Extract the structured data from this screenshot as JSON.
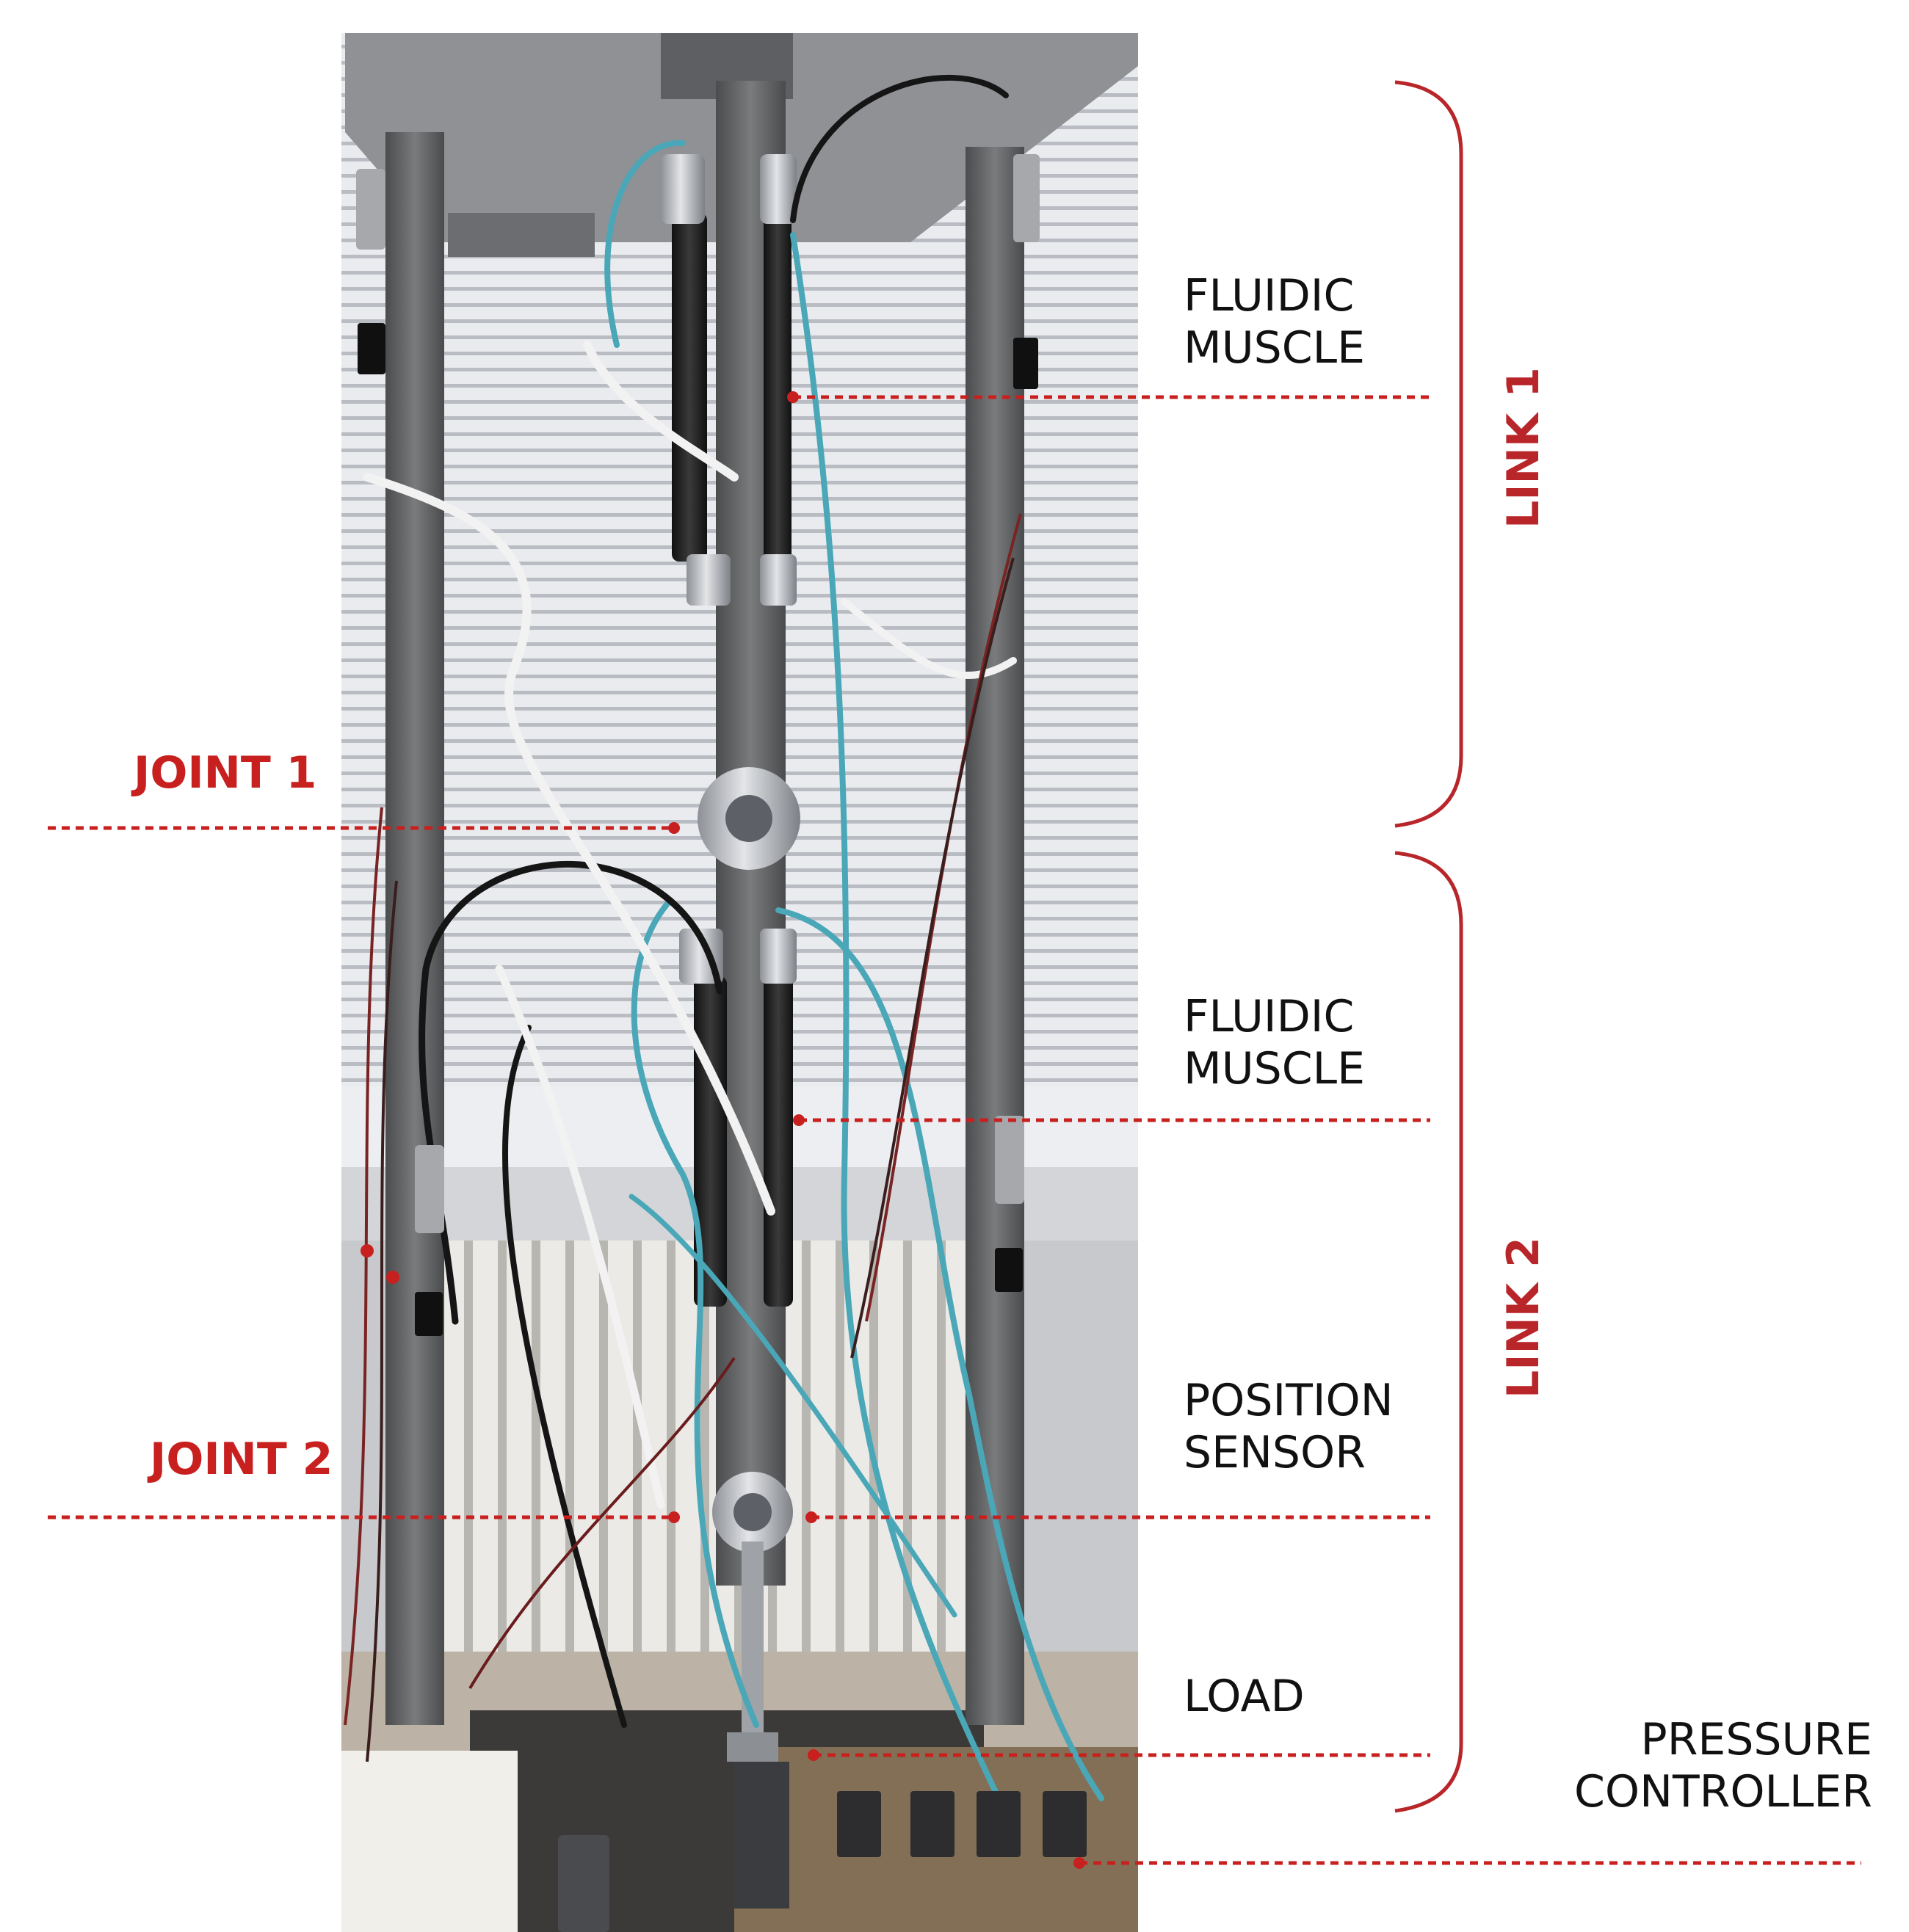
{
  "colors": {
    "annotation_red": "#c8201f",
    "label_black": "#111111",
    "background": "#ffffff"
  },
  "labels": {
    "fluidic_muscle_1": [
      "FLUIDIC",
      "MUSCLE"
    ],
    "fluidic_muscle_2": [
      "FLUIDIC",
      "MUSCLE"
    ],
    "position_sensor": [
      "POSITION",
      "SENSOR"
    ],
    "load": "LOAD",
    "pressure_controller": [
      "PRESSURE",
      "CONTROLLER"
    ],
    "joint_1": "JOINT 1",
    "joint_2": "JOINT 2",
    "link_1": "LINK 1",
    "link_2": "LINK 2"
  }
}
